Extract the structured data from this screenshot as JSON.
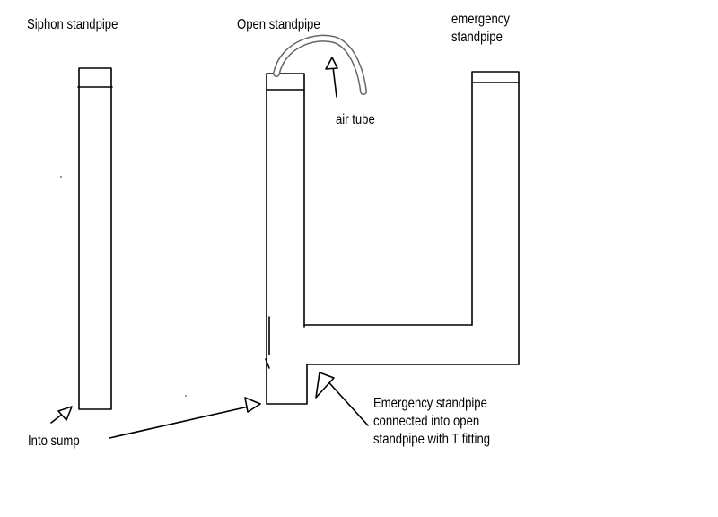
{
  "labels": {
    "siphon_standpipe": "Siphon standpipe",
    "open_standpipe": "Open standpipe",
    "emergency_standpipe_line1": "emergency",
    "emergency_standpipe_line2": "standpipe",
    "air_tube": "air tube",
    "into_sump": "Into sump",
    "t_fitting_line1": "Emergency standpipe",
    "t_fitting_line2": "connected into open",
    "t_fitting_line3": "standpipe with T fitting"
  },
  "colors": {
    "ink": "#000000",
    "air_tube_outline": "#666666",
    "background": "#ffffff"
  }
}
